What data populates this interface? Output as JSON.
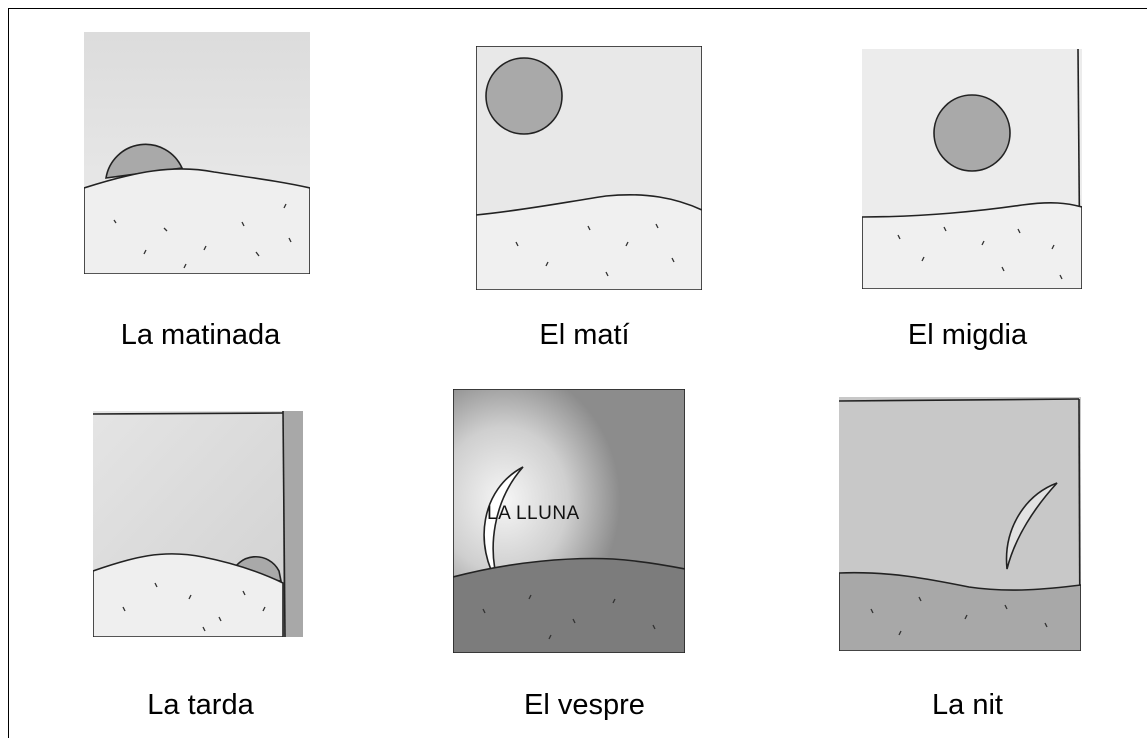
{
  "cells": [
    {
      "label": "La matinada"
    },
    {
      "label": "El matí"
    },
    {
      "label": "El migdia"
    },
    {
      "label": "La tarda"
    },
    {
      "label": "El vespre",
      "picture_text": "LA LLUNA"
    },
    {
      "label": "La nit"
    }
  ],
  "colors": {
    "sky": "#e3e3e3",
    "ground": "#ececec",
    "sun": "#a8a8a8",
    "dusk_sky": "#8c8c8c",
    "dusk_ground": "#7a7a7a",
    "night_sky": "#c6c6c6",
    "night_ground": "#a6a6a6"
  }
}
